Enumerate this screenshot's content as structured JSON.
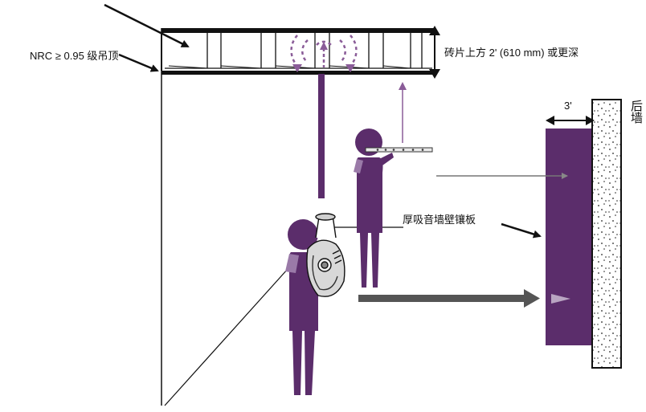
{
  "labels": {
    "ceiling": "NRC ≥ 0.95 级吊顶",
    "depth": "砖片上方 2' (610 mm) 或更深",
    "panel": "厚吸音墙壁镶板",
    "gap": "3'",
    "back_wall": "后墙"
  },
  "colors": {
    "purple": "#5b2d6b",
    "light_purple": "#9a7aa8",
    "gray_arrow": "#555555",
    "outline": "#111111"
  },
  "icons": {
    "flute": "flute-icon",
    "euphonium": "euphonium-icon"
  }
}
